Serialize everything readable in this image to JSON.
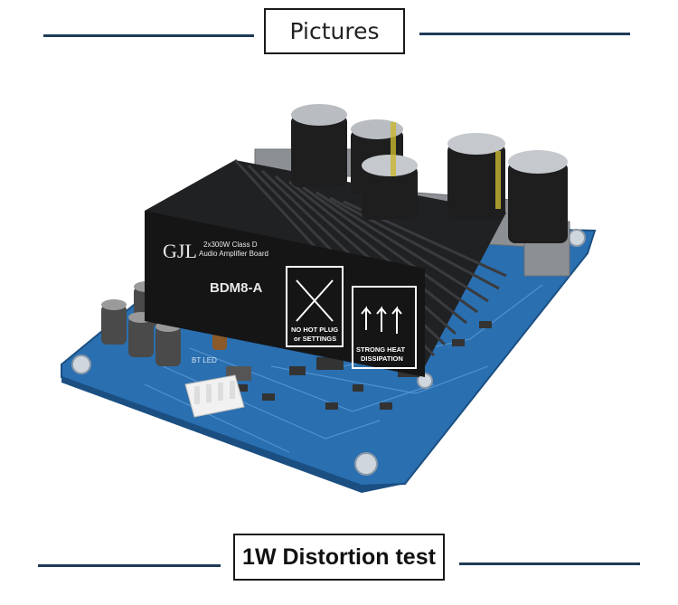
{
  "headings": {
    "top": "Pictures",
    "bottom": "1W Distortion test"
  },
  "product": {
    "brand_mark": "GJL",
    "heatsink_line1": "2x300W Class D",
    "heatsink_line2": "Audio Amplifier Board",
    "model": "BDM8-A",
    "warning1_line1": "NO HOT PLUG",
    "warning1_line2": "or SETTINGS",
    "warning2_line1": "STRONG HEAT",
    "warning2_line2": "DISSIPATION",
    "silkscreen_led": "BT LED"
  },
  "colors": {
    "rule": "#1f3b57",
    "pcb": "#2a6fb0",
    "heatsink": "#1d1d1f"
  }
}
